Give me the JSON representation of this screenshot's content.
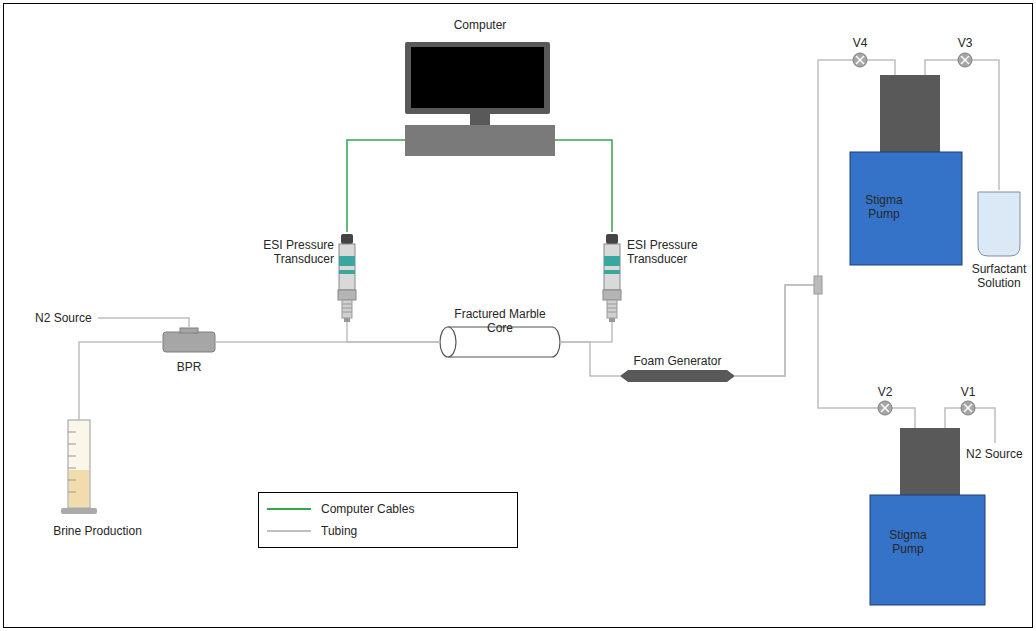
{
  "diagram": {
    "nodes": [
      {
        "text": [
          "Computer"
        ]
      },
      {
        "text": [
          "ESI Pressure Transducer"
        ]
      },
      {
        "text": [
          "ESI Pressure Transducer"
        ]
      },
      {
        "text": [
          "Stigma Pump"
        ]
      },
      {
        "text": [
          "Surfactant Solution"
        ]
      },
      {
        "text": [
          "Fractured Marble Core"
        ]
      },
      {
        "text": [
          "Foam Generator"
        ]
      },
      {
        "text": [
          "BPR"
        ]
      },
      {
        "text": [
          "Brine Production"
        ]
      },
      {
        "text": [
          "Stigma Pump"
        ]
      }
    ],
    "edges": [
      {
        "from": 0,
        "to": 1,
        "arrow": "none"
      },
      {
        "from": 0,
        "to": 2,
        "arrow": "none"
      },
      {
        "from": 1,
        "to": 5,
        "arrow": "none"
      },
      {
        "from": 2,
        "to": 5,
        "arrow": "none"
      },
      {
        "from": 6,
        "to": 5,
        "arrow": "none"
      },
      {
        "from": 5,
        "to": 7,
        "arrow": "none"
      },
      {
        "from": 7,
        "to": 8,
        "arrow": "none"
      },
      {
        "from": 3,
        "to": 6,
        "arrow": "none"
      },
      {
        "from": 9,
        "to": 6,
        "arrow": "none"
      },
      {
        "from": 4,
        "to": 3,
        "arrow": "none"
      }
    ],
    "labels": [
      "V4",
      "V3",
      "V2",
      "V1",
      "N2 Source",
      "N2 Source"
    ],
    "legend": [
      {
        "text": "Computer Cables"
      },
      {
        "text": "Tubing"
      }
    ]
  }
}
